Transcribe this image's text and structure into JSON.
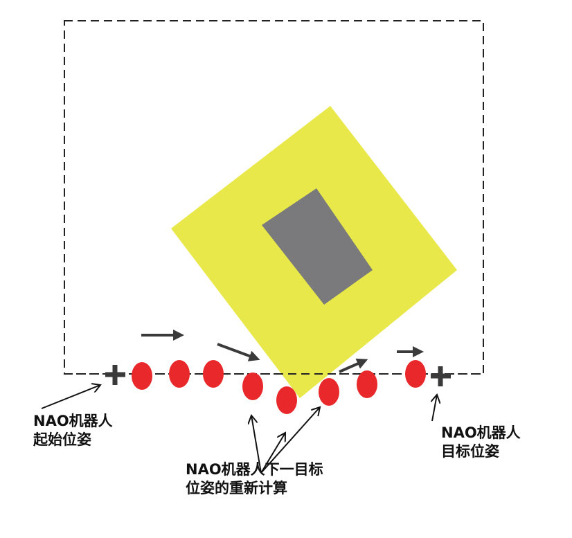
{
  "labels": {
    "start": {
      "line1": "NAO机器人",
      "line2": "起始位姿"
    },
    "recalc": {
      "line1": "NAO机器人下一目标",
      "line2": "位姿的重新计算"
    },
    "goal": {
      "line1": "NAO机器人",
      "line2": "目标位姿"
    }
  },
  "colors": {
    "obstacle_outer": "#e8e84a",
    "obstacle_inner": "#7a7a7c",
    "waypoint": "#e8282a",
    "marker": "#3a3a3a",
    "arrow": "#3a3a3a"
  }
}
